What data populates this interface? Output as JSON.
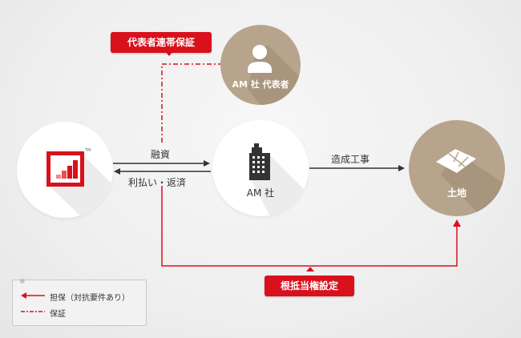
{
  "guarantee_badge": "代表者連帯保証",
  "mortgage_badge": "根抵当権設定",
  "representative_label": "AM 社 代表者",
  "company_label": "AM 社",
  "land_label": "土地",
  "loan_label": "融資",
  "repayment_label": "利払い・返済",
  "construction_label": "造成工事",
  "logo_tm": "TM",
  "legend": {
    "mark": "※",
    "security_label": "担保（対抗要件あり）",
    "guarantee_label": "保証"
  },
  "colors": {
    "accent": "#d8111c",
    "tan": "#b7a48c",
    "dark": "#333333"
  }
}
